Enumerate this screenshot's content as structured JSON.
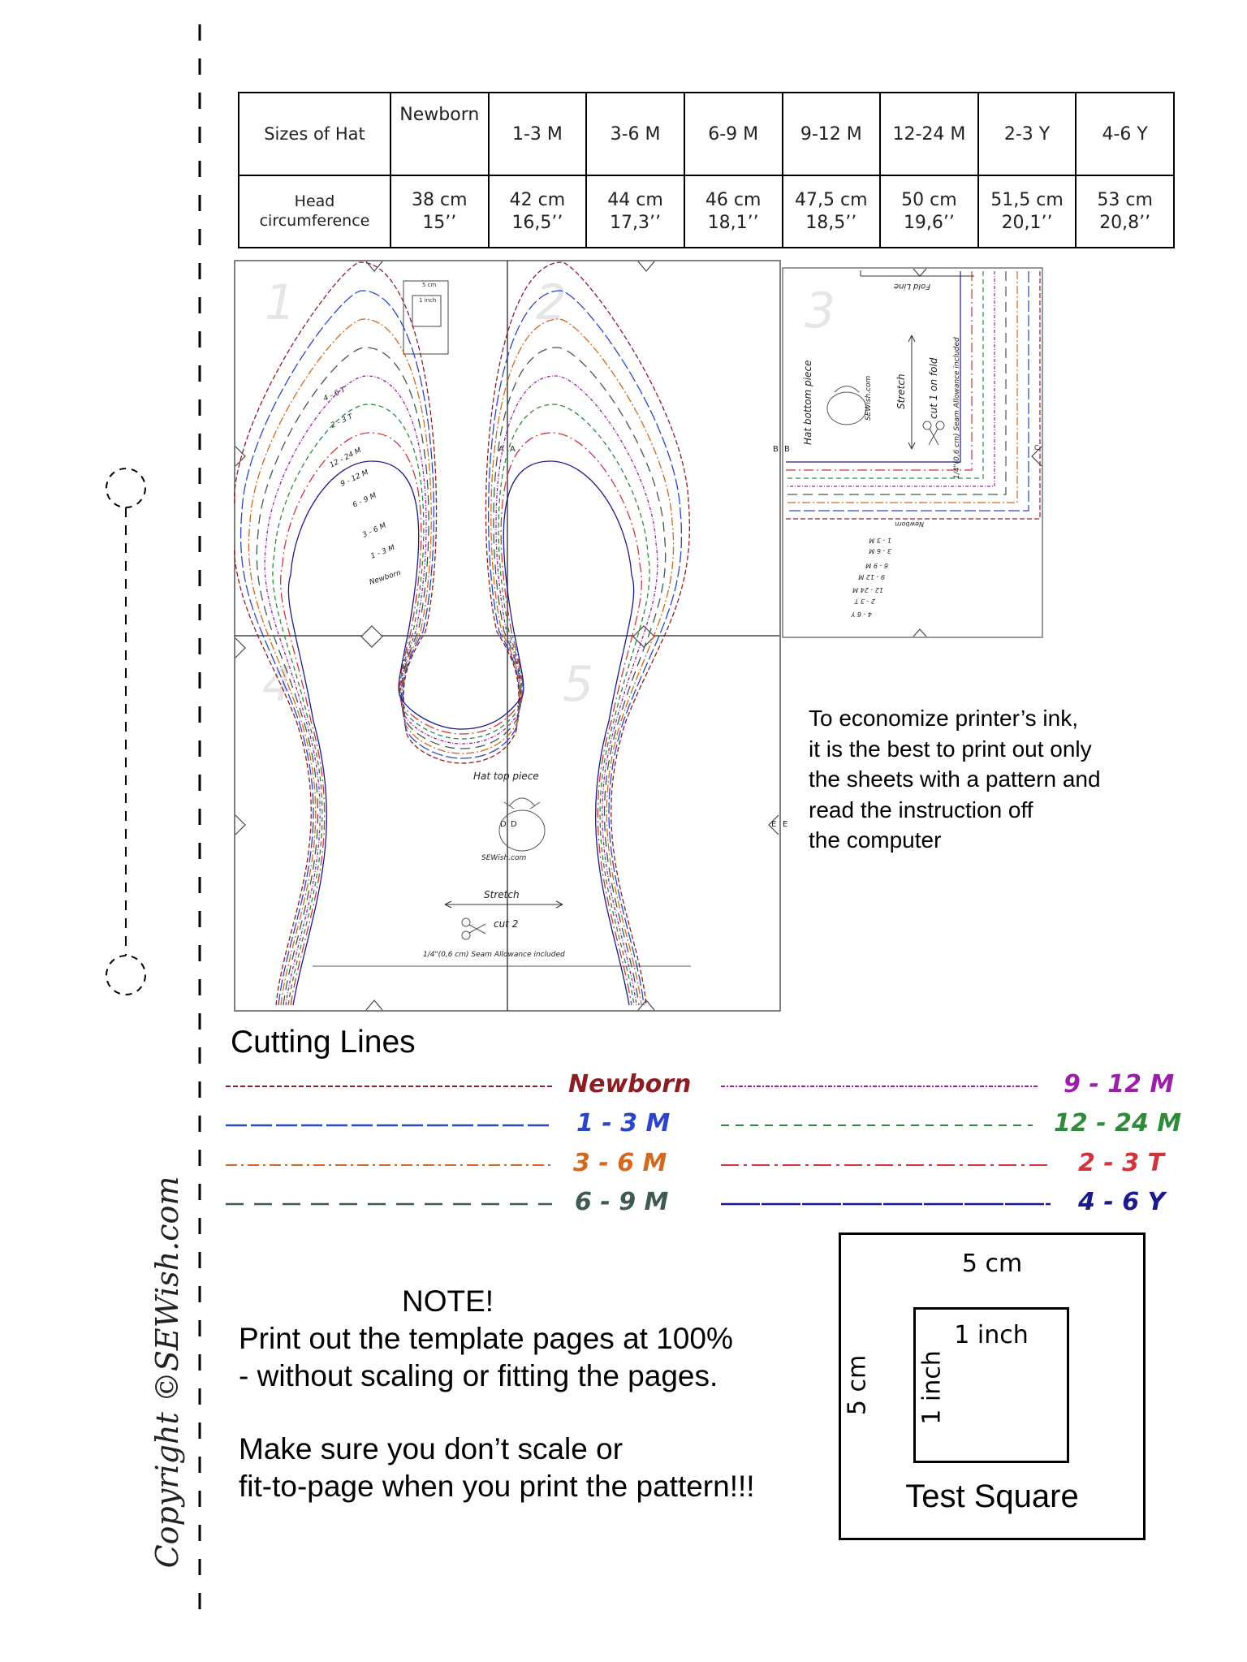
{
  "size_table": {
    "header_label": "Sizes of Hat",
    "row_label": "Head circumference",
    "sizes": [
      "Newborn",
      "1-3 M",
      "3-6 M",
      "6-9 M",
      "9-12 M",
      "12-24 M",
      "2-3 Y",
      "4-6 Y"
    ],
    "cm": [
      "38 cm",
      "42 cm",
      "44 cm",
      "46 cm",
      "47,5 cm",
      "50 cm",
      "51,5 cm",
      "53 cm"
    ],
    "inch": [
      "15’’",
      "16,5’’",
      "17,3’’",
      "18,1’’",
      "18,5’’",
      "19,6’’",
      "20,1’’",
      "20,8’’"
    ]
  },
  "pattern": {
    "sheet_numbers": [
      "1",
      "2",
      "3",
      "4",
      "5"
    ],
    "markers": [
      "A",
      "B",
      "C",
      "D",
      "E"
    ],
    "mini_square": {
      "cm": "5 cm",
      "inch": "1 inch"
    },
    "top_piece": {
      "title": "Hat top piece",
      "brand": "SEWish.com",
      "stretch": "Stretch",
      "cut": "cut 2",
      "seam": "1/4\"(0,6 cm) Seam Allowance included"
    },
    "bottom_piece": {
      "title": "Hat bottom piece",
      "brand": "SEWish.com",
      "stretch": "Stretch",
      "cut": "cut 1 on fold",
      "seam": "1/4\"(0,6 cm) Seam Allowance included",
      "fold": "Fold Line"
    },
    "size_marks": [
      "4 - 6 T",
      "2 - 3 T",
      "12 - 24 M",
      "9 - 12 M",
      "6 - 9 M",
      "3 - 6 M",
      "1 - 3 M",
      "Newborn"
    ],
    "bottom_size_marks": [
      "Newborn",
      "1 - 3 M",
      "3 - 6 M",
      "6 - 9 M",
      "9 - 12 M",
      "12 - 24 M",
      "2 - 3 T",
      "4 - 6 Y"
    ]
  },
  "economize_note": [
    "To economize printer’s ink,",
    "it is the best to print out only",
    "the sheets with a pattern and",
    "read the instruction off",
    "the computer"
  ],
  "cutting_lines": {
    "title": "Cutting Lines",
    "items": [
      {
        "label": "Newborn",
        "color": "#8b1e24"
      },
      {
        "label": "1 - 3 M",
        "color": "#2a45c8"
      },
      {
        "label": "3 - 6 M",
        "color": "#d2691e"
      },
      {
        "label": "6 - 9 M",
        "color": "#3f5a4f"
      },
      {
        "label": "9 - 12 M",
        "color": "#9b1fa8"
      },
      {
        "label": "12 - 24 M",
        "color": "#2e8b3a"
      },
      {
        "label": "2 - 3 T",
        "color": "#d0343c"
      },
      {
        "label": "4 - 6 Y",
        "color": "#1a1a8c"
      }
    ]
  },
  "print_note": {
    "heading": "NOTE!",
    "lines": [
      "Print out the template pages at 100%",
      "- without scaling or fitting the pages.",
      "Make sure you don’t scale or",
      "fit-to-page when you print the pattern!!!"
    ]
  },
  "test_square": {
    "cm_top": "5 cm",
    "cm_side": "5 cm",
    "inch_top": "1 inch",
    "inch_side": "1 inch",
    "caption": "Test Square"
  },
  "copyright": "Copyright ©SEWish.com"
}
